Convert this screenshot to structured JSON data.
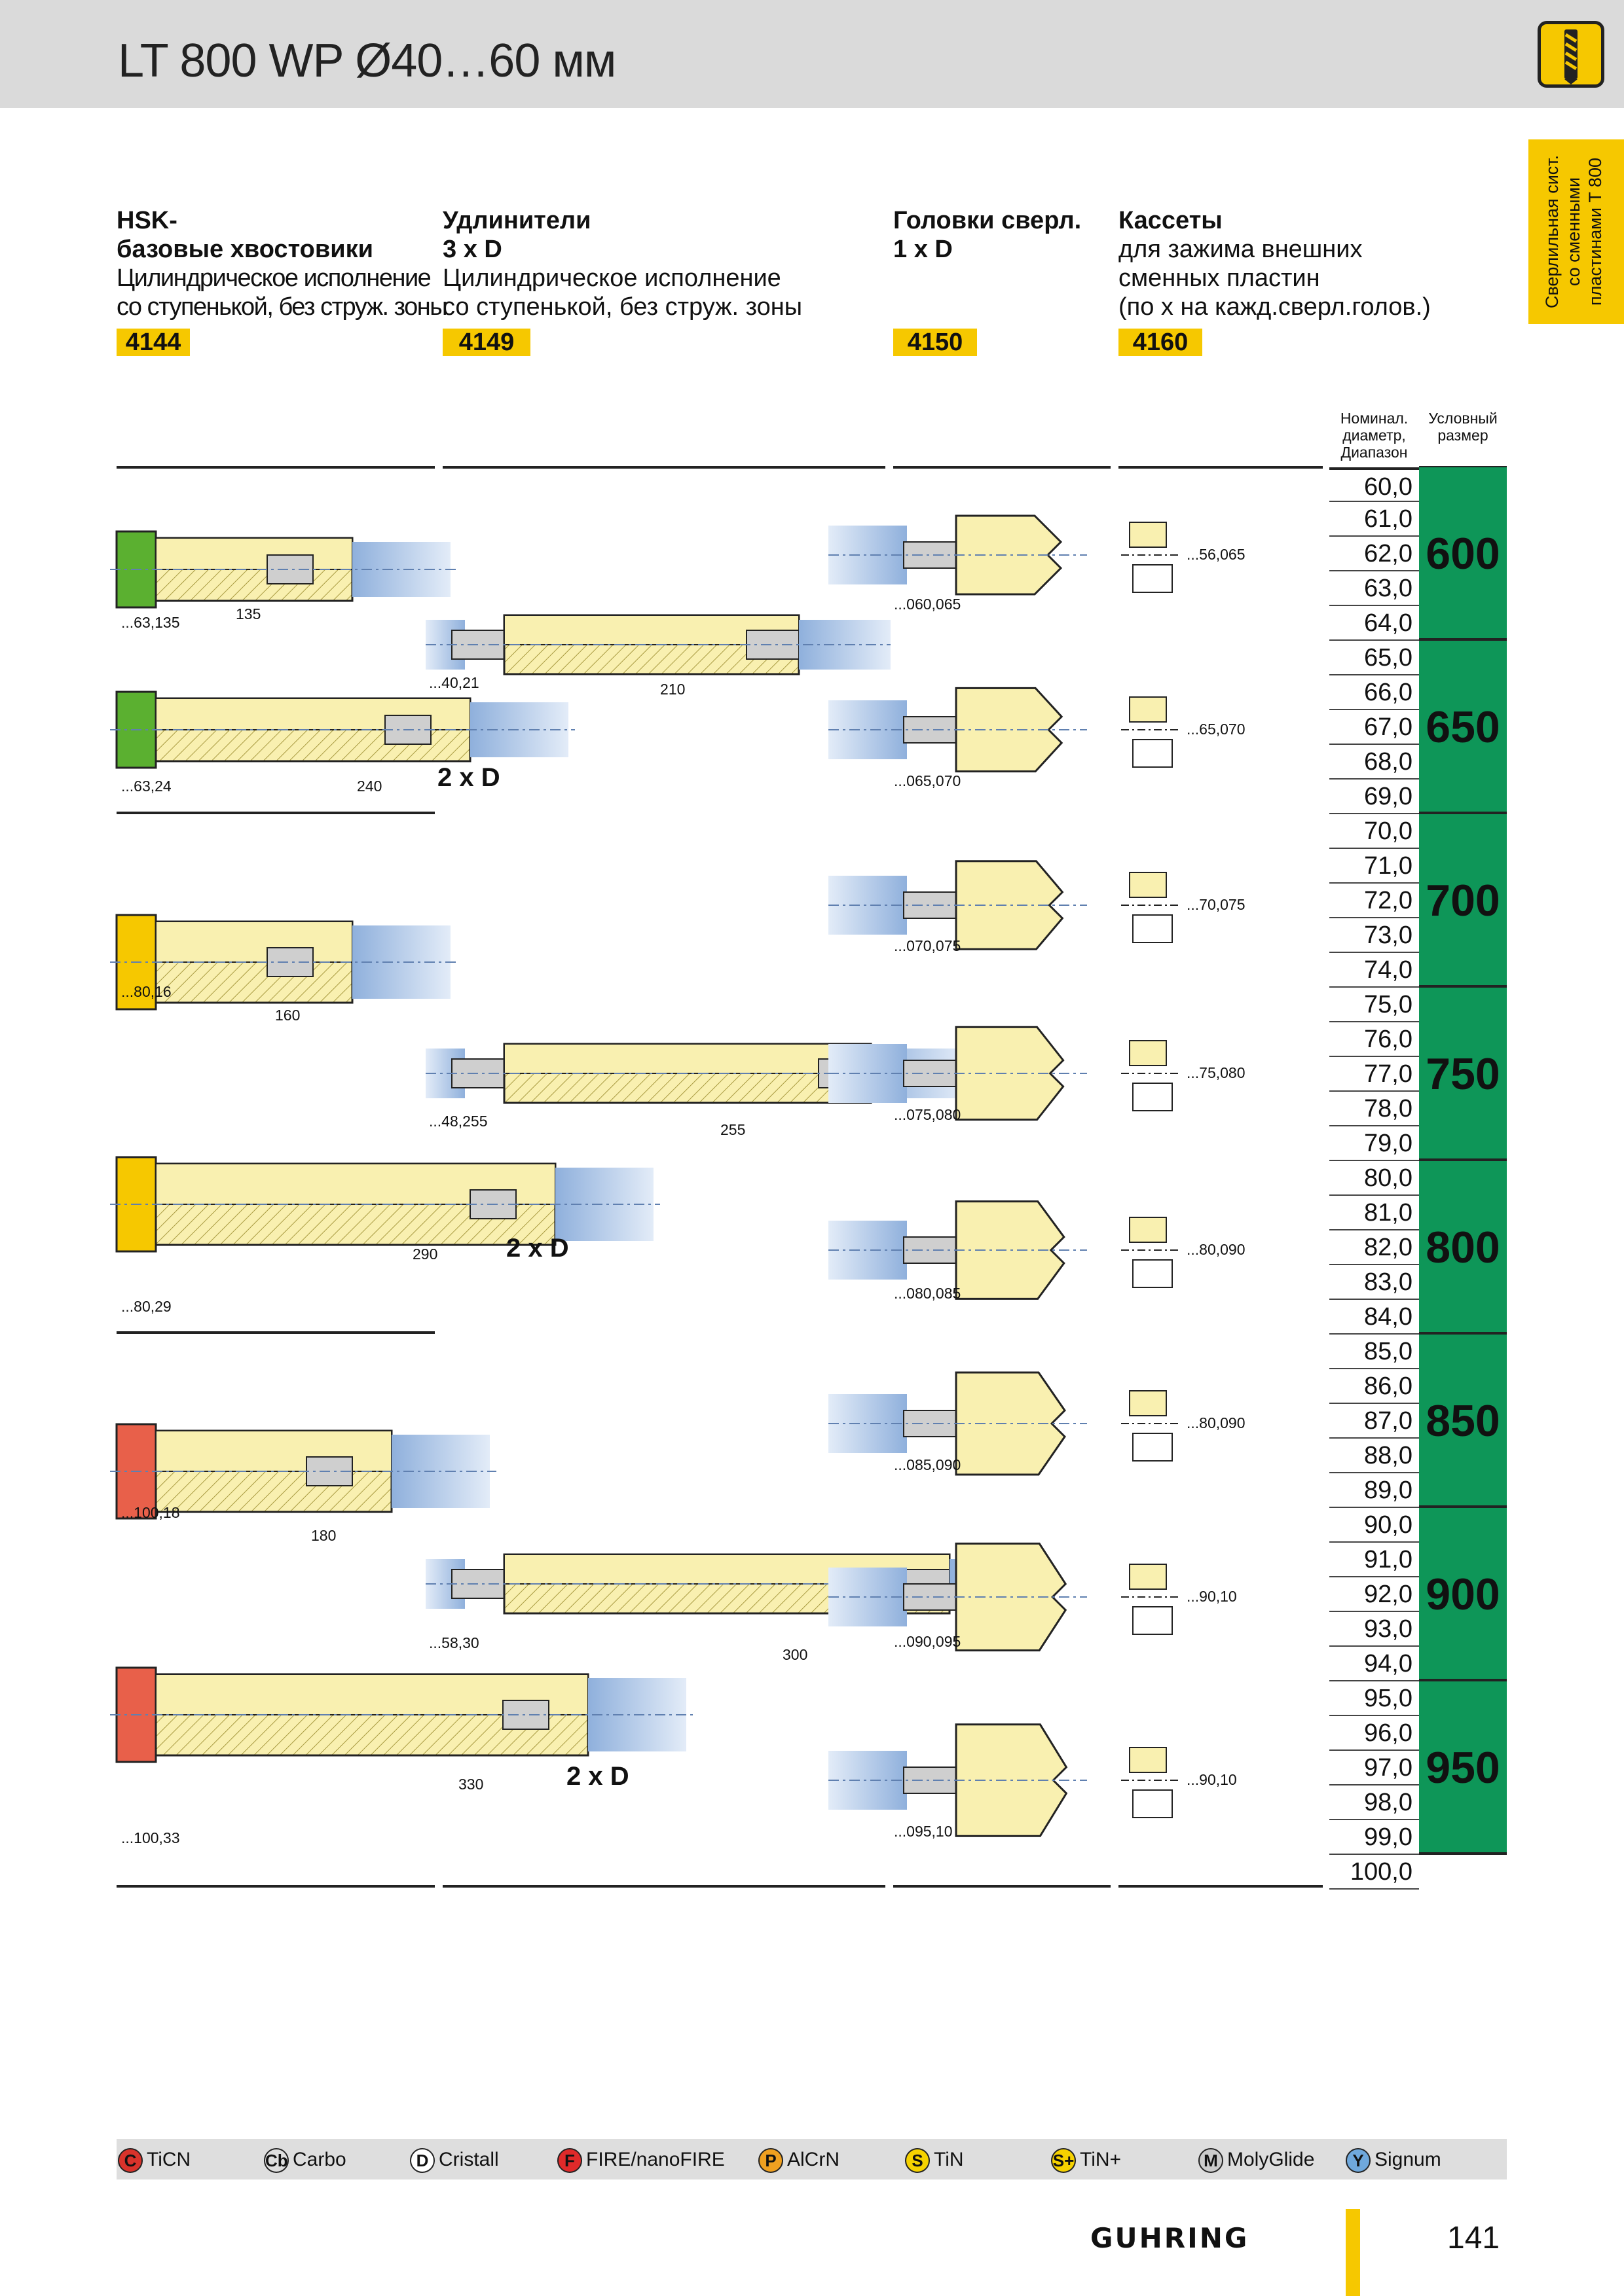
{
  "header": {
    "title": "LT 800 WP Ø40…60 мм"
  },
  "side_tab": {
    "lines": [
      "Сверлильная сист.",
      "со сменными",
      "пластинами T 800"
    ]
  },
  "columns": [
    {
      "title1": "HSK-",
      "title2": "базовые хвостовики",
      "sub1": "Цилиндрическое исполнение",
      "sub2": "со ступенькой, без струж. зоны",
      "code": "4144"
    },
    {
      "title1": "Удлинители",
      "title2": "3 x D",
      "sub1": "Цилиндрическое исполнение",
      "sub2": "со ступенькой, без струж. зоны",
      "code": "4149"
    },
    {
      "title1": "Головки сверл.",
      "title2": "1 x D",
      "code": "4150"
    },
    {
      "title1": "Кассеты",
      "sub1": "для зажима внешних",
      "sub2": "сменных пластин",
      "sub3": "(по x на кажд.сверл.голов.)",
      "code": "4160"
    }
  ],
  "table": {
    "col1_header": [
      "Номинал.",
      "диаметр,",
      "Диапазон"
    ],
    "col2_header": [
      "Условный",
      "размер"
    ],
    "diameters": [
      "60,0",
      "61,0",
      "62,0",
      "63,0",
      "64,0",
      "65,0",
      "66,0",
      "67,0",
      "68,0",
      "69,0",
      "70,0",
      "71,0",
      "72,0",
      "73,0",
      "74,0",
      "75,0",
      "76,0",
      "77,0",
      "78,0",
      "79,0",
      "80,0",
      "81,0",
      "82,0",
      "83,0",
      "84,0",
      "85,0",
      "86,0",
      "87,0",
      "88,0",
      "89,0",
      "90,0",
      "91,0",
      "92,0",
      "93,0",
      "94,0",
      "95,0",
      "96,0",
      "97,0",
      "98,0",
      "99,0",
      "100,0"
    ],
    "sizes": [
      "600",
      "650",
      "700",
      "750",
      "800",
      "850",
      "900",
      "950"
    ]
  },
  "labels": {
    "hsk": [
      "...63,135",
      "...63,24",
      "...80,16",
      "...80,29",
      "...100,18",
      "...100,33"
    ],
    "hsk_len": [
      "135",
      "240",
      "160",
      "290",
      "180",
      "330"
    ],
    "ext": [
      "...40,21",
      "...48,255",
      "...58,30"
    ],
    "ext_len": [
      "210",
      "255",
      "300"
    ],
    "heads": [
      "...060,065",
      "...065,070",
      "...070,075",
      "...075,080",
      "...080,085",
      "...085,090",
      "...090,095",
      "...095,10"
    ],
    "cass": [
      "...56,065",
      "...65,070",
      "...70,075",
      "...75,080",
      "...80,090",
      "...80,090",
      "...90,10",
      "...90,10"
    ],
    "twoxd": "2 x D"
  },
  "legend": [
    {
      "badge": "C",
      "label": "TiCN",
      "color": "#d9332b"
    },
    {
      "badge": "Cb",
      "label": "Carbo",
      "color": "#dedede"
    },
    {
      "badge": "D",
      "label": "Cristall",
      "color": "#ffffff"
    },
    {
      "badge": "F",
      "label": "FIRE/nanoFIRE",
      "color": "#e02a2a"
    },
    {
      "badge": "P",
      "label": "AlCrN",
      "color": "#f0a020"
    },
    {
      "badge": "S",
      "label": "TiN",
      "color": "#f6d200"
    },
    {
      "badge": "S+",
      "label": "TiN+",
      "color": "#f6d200"
    },
    {
      "badge": "M",
      "label": "MolyGlide",
      "color": "#cccccc"
    },
    {
      "badge": "Y",
      "label": "Signum",
      "color": "#6fa8dc"
    }
  ],
  "footer": {
    "brand": "GUHRING",
    "page": "141"
  },
  "colors": {
    "yellow": "#f6c800",
    "green": "#0e9658",
    "tool_yellow": "#f9f0b0",
    "hsk_green": "#5bb030",
    "hsk_yellow": "#f6c800",
    "hsk_red": "#e8604a",
    "blue": "#9fb9df"
  }
}
